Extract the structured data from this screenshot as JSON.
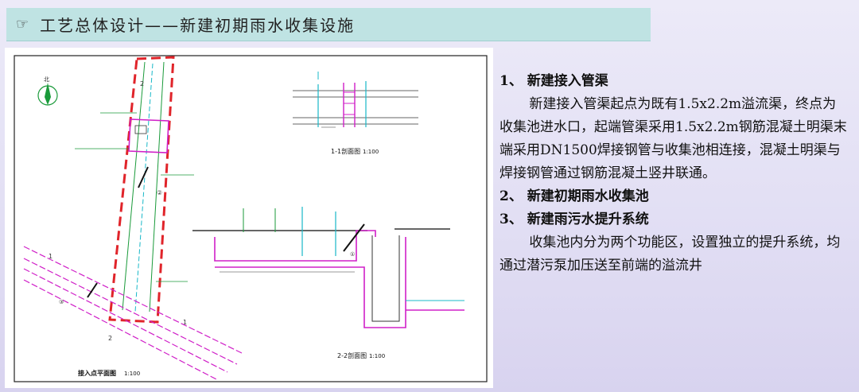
{
  "header": {
    "icon": "pointing-hand-icon",
    "title": "工艺总体设计——新建初期雨水收集设施"
  },
  "drawing": {
    "plan_title": "接入点平面图",
    "plan_scale": "1:100",
    "section11_title": "1-1剖面图",
    "section11_scale": "1:100",
    "section22_title": "2-2剖面图",
    "section22_scale": "1:100",
    "north_label": "北",
    "section_mark_1": "1",
    "section_mark_2": "2",
    "circle_1": "①",
    "circle_2": "②",
    "circle_3": "③"
  },
  "text": {
    "item1_heading": "1、 新建接入管渠",
    "item1_body": "新建接入管渠起点为既有1.5x2.2m溢流渠，终点为收集池进水口，起端管渠采用1.5x2.2m钢筋混凝土明渠末端采用DN1500焊接钢管与收集池相连接，混凝土明渠与焊接钢管通过钢筋混凝土竖井联通。",
    "item2_heading": "2、 新建初期雨水收集池",
    "item3_heading": "3、 新建雨污水提升系统",
    "item3_body": "收集池内分为两个功能区，设置独立的提升系统，均通过潜污泵加压送至前端的溢流井"
  },
  "colors": {
    "title_bg": "#bfe3e3",
    "drawing_red": "#e0242a",
    "drawing_green": "#1a9a3a",
    "drawing_magenta": "#d020c8",
    "drawing_cyan": "#18b8c8"
  }
}
